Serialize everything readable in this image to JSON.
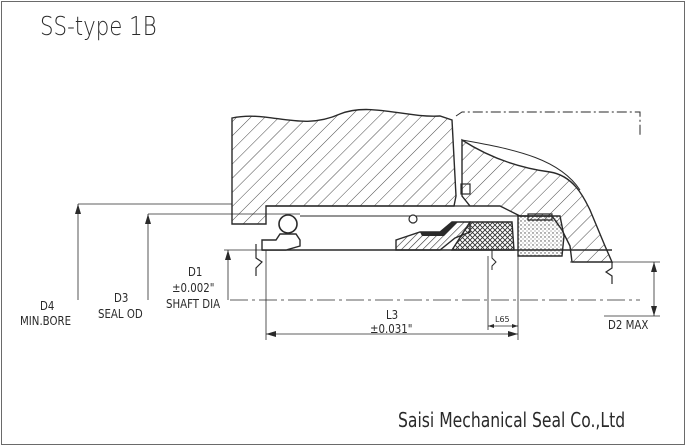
{
  "title": "SS-type 1B",
  "company": "Saisi Mechanical Seal Co.,Ltd",
  "labels": {
    "d4": "D4",
    "d4_sub": "MIN.BORE",
    "d3": "D3",
    "d3_sub": "SEAL OD",
    "d1": "D1",
    "d1_tol": "±0.002\"",
    "d1_sub": "SHAFT DIA",
    "l3": "L3",
    "l3_tol": "±0.031\"",
    "l65": "L65",
    "d2": "D2 MAX"
  },
  "colors": {
    "line": "#2a2a2a",
    "hatch": "#4a4a4a",
    "frame": "#6a6a6a"
  }
}
